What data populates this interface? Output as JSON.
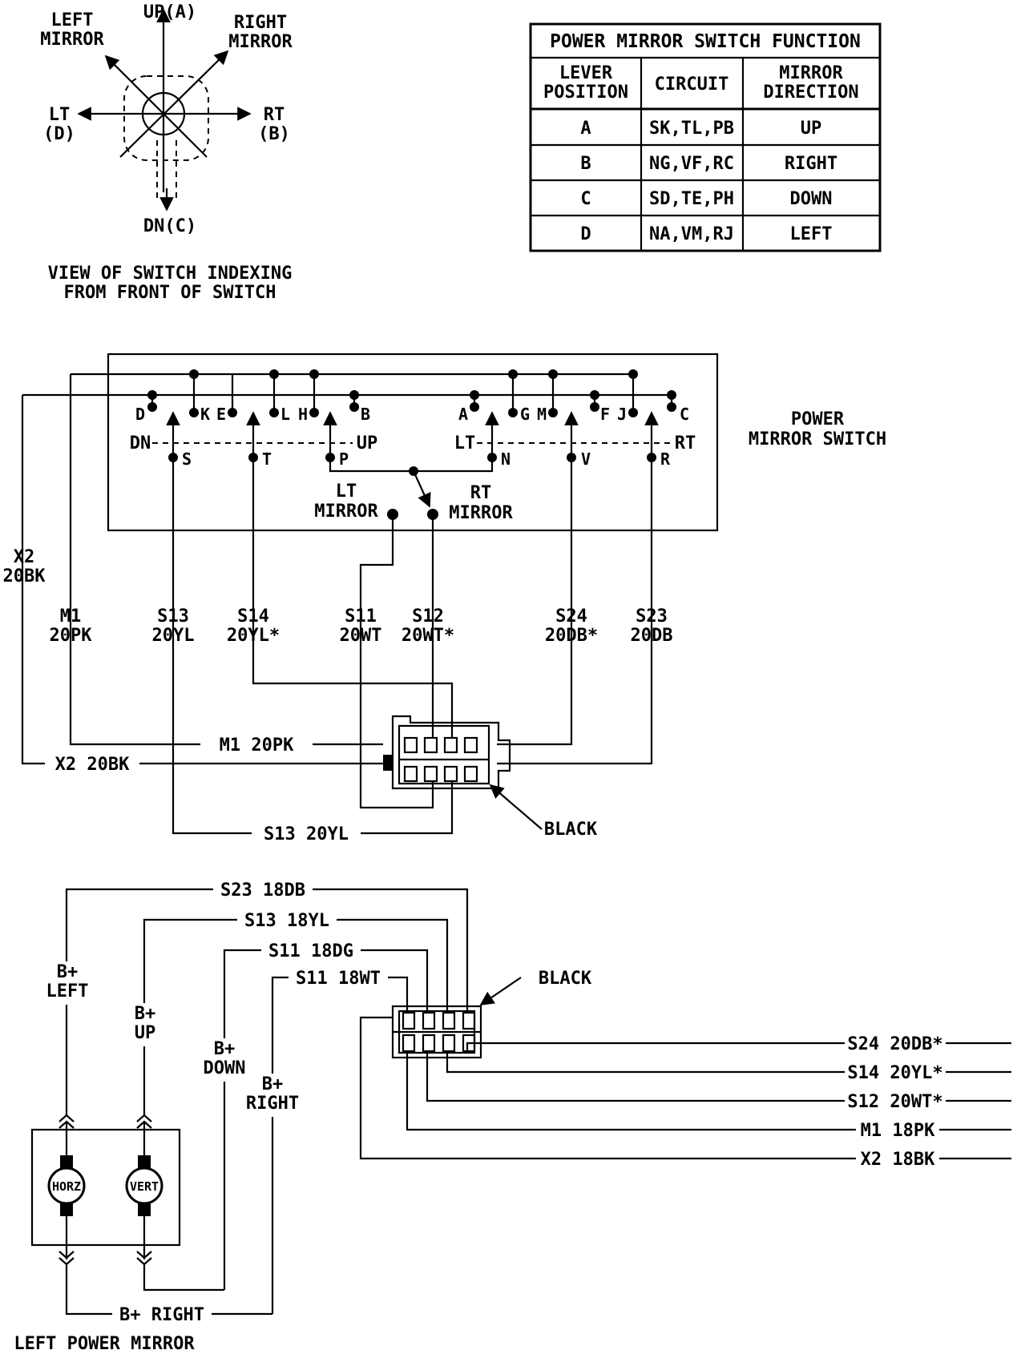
{
  "index_view": {
    "up": "UP(A)",
    "left_mirror": [
      "LEFT",
      "MIRROR"
    ],
    "right_mirror": [
      "RIGHT",
      "MIRROR"
    ],
    "lt": [
      "LT",
      "(D)"
    ],
    "rt": [
      "RT",
      "(B)"
    ],
    "dn": "DN(C)",
    "caption": [
      "VIEW OF SWITCH INDEXING",
      "FROM FRONT OF SWITCH"
    ]
  },
  "function_table": {
    "title": "POWER MIRROR SWITCH FUNCTION",
    "headers": [
      [
        "LEVER",
        "POSITION"
      ],
      [
        "CIRCUIT"
      ],
      [
        "MIRROR",
        "DIRECTION"
      ]
    ],
    "rows": [
      [
        "A",
        "SK,TL,PB",
        "UP"
      ],
      [
        "B",
        "NG,VF,RC",
        "RIGHT"
      ],
      [
        "C",
        "SD,TE,PH",
        "DOWN"
      ],
      [
        "D",
        "NA,VM,RJ",
        "LEFT"
      ]
    ]
  },
  "switch": {
    "title": [
      "POWER",
      "MIRROR SWITCH"
    ],
    "terminals_top": [
      "D",
      "K",
      "E",
      "L",
      "H",
      "B",
      "A",
      "G",
      "M",
      "F",
      "J",
      "C"
    ],
    "terminals_mid": [
      "S",
      "T",
      "P",
      "N",
      "V",
      "R"
    ],
    "dn": "DN",
    "up": "UP",
    "lt": "LT",
    "rt": "RT",
    "lt_mirror": [
      "LT",
      "MIRROR"
    ],
    "rt_mirror": [
      "RT",
      "MIRROR"
    ]
  },
  "wires": {
    "x2": [
      "X2",
      "20BK"
    ],
    "m1": [
      "M1",
      "20PK"
    ],
    "s13": [
      "S13",
      "20YL"
    ],
    "s14": [
      "S14",
      "20YL*"
    ],
    "s11": [
      "S11",
      "20WT"
    ],
    "s12": [
      "S12",
      "20WT*"
    ],
    "s24": [
      "S24",
      "20DB*"
    ],
    "s23": [
      "S23",
      "20DB"
    ],
    "m1_conn": "M1 20PK",
    "x2_conn": "X2 20BK",
    "s13_conn": "S13 20YL",
    "connector_color": "BLACK"
  },
  "mirror": {
    "s23": "S23 18DB",
    "s13": "S13 18YL",
    "s11_dg": "S11 18DG",
    "s11_wt": "S11 18WT",
    "connector_color": "BLACK",
    "b_left": [
      "B+",
      "LEFT"
    ],
    "b_up": [
      "B+",
      "UP"
    ],
    "b_down": [
      "B+",
      "DOWN"
    ],
    "b_right": [
      "B+",
      "RIGHT"
    ],
    "b_right_bottom": "B+ RIGHT",
    "motor_horz": "HORZ",
    "motor_vert": "VERT",
    "out_wires": [
      "S24 20DB*",
      "S14 20YL*",
      "S12 20WT*",
      "M1 18PK",
      "X2 18BK"
    ],
    "caption": "LEFT POWER MIRROR"
  }
}
